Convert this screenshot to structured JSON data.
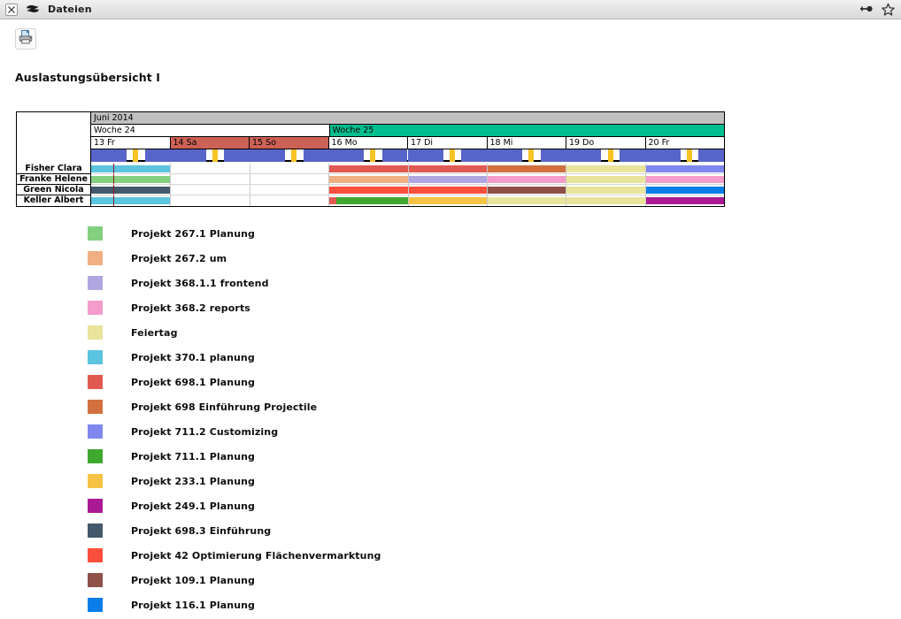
{
  "window": {
    "title": "Dateien",
    "close_icon": "close-icon",
    "app_icon": "app-icon",
    "pin_icon": "pin-icon",
    "star_icon": "star-icon"
  },
  "toolbar": {
    "print_label": "print-icon"
  },
  "page": {
    "heading": "Auslastungsübersicht I"
  },
  "chart_data": {
    "type": "bar",
    "title": "Auslastungsübersicht I",
    "month_label": "Juni 2014",
    "weeks": [
      {
        "label": "Woche 24",
        "days": 3,
        "highlight": false
      },
      {
        "label": "Woche 25",
        "days": 5,
        "highlight": true
      }
    ],
    "week_highlight_color": "#00bf8f",
    "days": [
      {
        "label": "13 Fr",
        "weekend": false
      },
      {
        "label": "14 Sa",
        "weekend": true
      },
      {
        "label": "15 So",
        "weekend": true
      },
      {
        "label": "16 Mo",
        "weekend": false
      },
      {
        "label": "17 Di",
        "weekend": false
      },
      {
        "label": "18 Mi",
        "weekend": false
      },
      {
        "label": "19 Do",
        "weekend": false
      },
      {
        "label": "20 Fr",
        "weekend": false
      }
    ],
    "weekend_color": "#cd6155",
    "availability_color": "#5865c8",
    "availability_break_color": "#f7c325",
    "now_marker_color": "#8b1a1a",
    "now_marker_day_fraction": 0.28,
    "resources": [
      {
        "name": "Fisher Clara",
        "segments": [
          {
            "start": 0.0,
            "end": 0.28,
            "color": "#5bc4de",
            "project": "Projekt 370.1 planung"
          },
          {
            "start": 0.29,
            "end": 1.0,
            "color": "#5bc4de",
            "project": "Projekt 370.1 planung"
          },
          {
            "start": 3.0,
            "end": 4.0,
            "color": "#e05a52",
            "project": "Projekt 698.1 Planung"
          },
          {
            "start": 4.0,
            "end": 5.0,
            "color": "#e05a52",
            "project": "Projekt 698.1 Planung"
          },
          {
            "start": 5.0,
            "end": 6.0,
            "color": "#d2713f",
            "project": "Projekt 698 Einführung Projectile"
          },
          {
            "start": 6.0,
            "end": 7.0,
            "color": "#e8e49b",
            "project": "Feiertag"
          },
          {
            "start": 7.0,
            "end": 8.0,
            "color": "#8088ef",
            "project": "Projekt 711.2 Customizing"
          }
        ]
      },
      {
        "name": "Franke Helene",
        "segments": [
          {
            "start": 0.0,
            "end": 0.28,
            "color": "#84cf80",
            "project": "Projekt 267.1 Planung"
          },
          {
            "start": 0.29,
            "end": 1.0,
            "color": "#84cf80",
            "project": "Projekt 267.1 Planung"
          },
          {
            "start": 3.0,
            "end": 3.1,
            "color": "#f0b083",
            "project": "Projekt 267.2 um"
          },
          {
            "start": 3.1,
            "end": 4.0,
            "color": "#f0b083",
            "project": "Projekt 267.2 um"
          },
          {
            "start": 4.0,
            "end": 5.0,
            "color": "#b0a7e0",
            "project": "Projekt 368.1.1 frontend"
          },
          {
            "start": 5.0,
            "end": 6.0,
            "color": "#f49ccb",
            "project": "Projekt 368.2 reports"
          },
          {
            "start": 6.0,
            "end": 7.0,
            "color": "#e8e49b",
            "project": "Feiertag"
          },
          {
            "start": 7.0,
            "end": 8.0,
            "color": "#f49ccb",
            "project": "Projekt 368.2 reports"
          }
        ]
      },
      {
        "name": "Green Nicola",
        "segments": [
          {
            "start": 0.0,
            "end": 0.28,
            "color": "#43586b",
            "project": "Projekt 698.3 Einführung"
          },
          {
            "start": 0.29,
            "end": 1.0,
            "color": "#43586b",
            "project": "Projekt 698.3 Einführung"
          },
          {
            "start": 3.0,
            "end": 4.0,
            "color": "#fa4f3c",
            "project": "Projekt 42 Optimierung Flächenvermarktung"
          },
          {
            "start": 4.0,
            "end": 5.0,
            "color": "#fa4f3c",
            "project": "Projekt 42 Optimierung Flächenvermarktung"
          },
          {
            "start": 5.0,
            "end": 6.0,
            "color": "#8e5048",
            "project": "Projekt 109.1 Planung"
          },
          {
            "start": 6.0,
            "end": 7.0,
            "color": "#e8e49b",
            "project": "Feiertag"
          },
          {
            "start": 7.0,
            "end": 8.0,
            "color": "#0b7de8",
            "project": "Projekt 116.1 Planung"
          }
        ]
      },
      {
        "name": "Keller Albert",
        "segments": [
          {
            "start": 0.0,
            "end": 0.28,
            "color": "#5bc4de",
            "project": "Projekt 370.1 planung"
          },
          {
            "start": 0.29,
            "end": 1.0,
            "color": "#5bc4de",
            "project": "Projekt 370.1 planung"
          },
          {
            "start": 3.0,
            "end": 3.1,
            "color": "#e05a52",
            "project": "Projekt 698.1 Planung"
          },
          {
            "start": 3.1,
            "end": 4.0,
            "color": "#3fa82e",
            "project": "Projekt 711.1 Planung"
          },
          {
            "start": 4.0,
            "end": 5.0,
            "color": "#f7c344",
            "project": "Projekt 233.1 Planung"
          },
          {
            "start": 5.0,
            "end": 6.0,
            "color": "#e8e49b",
            "project": "Feiertag"
          },
          {
            "start": 6.0,
            "end": 7.0,
            "color": "#e8e49b",
            "project": "Feiertag"
          },
          {
            "start": 7.0,
            "end": 8.0,
            "color": "#ab1a95",
            "project": "Projekt 249.1 Planung"
          }
        ]
      }
    ],
    "legend": [
      {
        "color": "#84cf80",
        "label": "Projekt 267.1 Planung"
      },
      {
        "color": "#f0b083",
        "label": "Projekt 267.2 um"
      },
      {
        "color": "#b0a7e0",
        "label": "Projekt 368.1.1 frontend"
      },
      {
        "color": "#f49ccb",
        "label": "Projekt 368.2 reports"
      },
      {
        "color": "#e8e49b",
        "label": "Feiertag"
      },
      {
        "color": "#5bc4de",
        "label": "Projekt 370.1 planung"
      },
      {
        "color": "#e05a52",
        "label": "Projekt 698.1 Planung"
      },
      {
        "color": "#d2713f",
        "label": "Projekt 698 Einführung Projectile"
      },
      {
        "color": "#8088ef",
        "label": "Projekt 711.2 Customizing"
      },
      {
        "color": "#3fa82e",
        "label": "Projekt 711.1 Planung"
      },
      {
        "color": "#f7c344",
        "label": "Projekt 233.1 Planung"
      },
      {
        "color": "#ab1a95",
        "label": "Projekt 249.1 Planung"
      },
      {
        "color": "#43586b",
        "label": "Projekt 698.3 Einführung"
      },
      {
        "color": "#fa4f3c",
        "label": "Projekt 42 Optimierung Flächenvermarktung"
      },
      {
        "color": "#8e5048",
        "label": "Projekt 109.1 Planung"
      },
      {
        "color": "#0b7de8",
        "label": "Projekt 116.1 Planung"
      }
    ]
  }
}
